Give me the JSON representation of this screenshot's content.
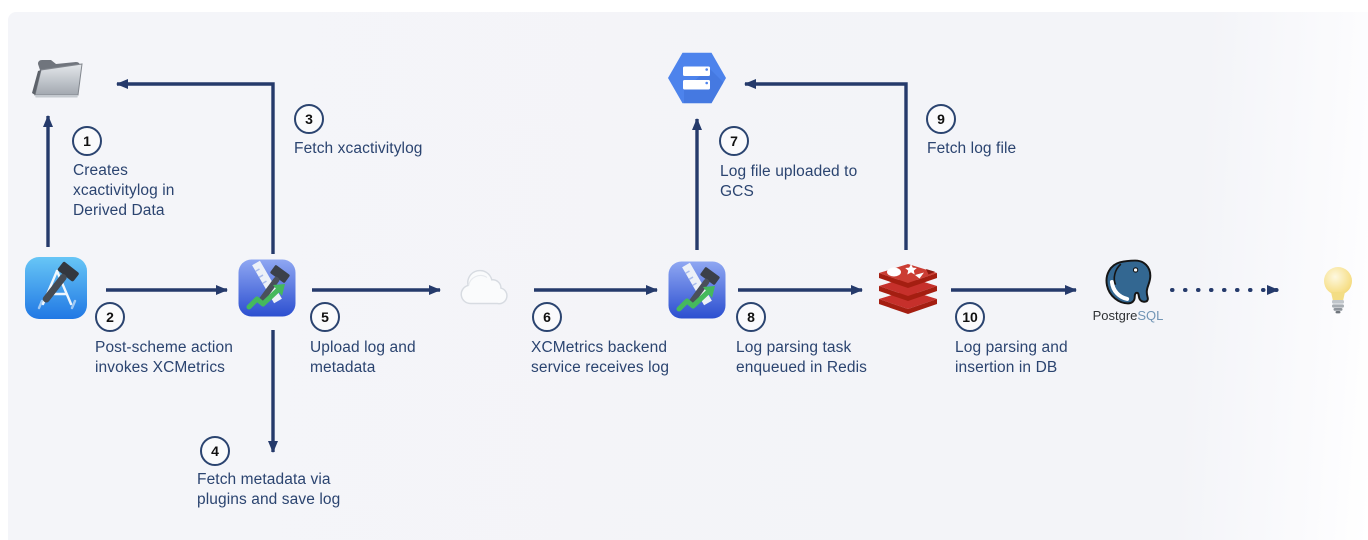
{
  "steps": [
    {
      "number": "1",
      "label": "Creates xcactivitylog in Derived Data"
    },
    {
      "number": "2",
      "label": "Post-scheme action invokes XCMetrics"
    },
    {
      "number": "3",
      "label": "Fetch xcactivitylog"
    },
    {
      "number": "4",
      "label": "Fetch metadata via plugins and save log"
    },
    {
      "number": "5",
      "label": "Upload log and metadata"
    },
    {
      "number": "6",
      "label": "XCMetrics backend service receives log"
    },
    {
      "number": "7",
      "label": "Log file uploaded to GCS"
    },
    {
      "number": "8",
      "label": "Log parsing task enqueued in Redis"
    },
    {
      "number": "9",
      "label": "Fetch log file"
    },
    {
      "number": "10",
      "label": "Log parsing and insertion in DB"
    }
  ],
  "nodes": [
    {
      "id": "derived-data-folder",
      "icon": "folder-icon"
    },
    {
      "id": "xcode",
      "icon": "xcode-icon"
    },
    {
      "id": "xcmetrics-client",
      "icon": "xcmetrics-icon"
    },
    {
      "id": "network-cloud",
      "icon": "cloud-icon"
    },
    {
      "id": "xcmetrics-backend",
      "icon": "xcmetrics-icon"
    },
    {
      "id": "google-cloud-storage",
      "icon": "gcs-hexagon-icon"
    },
    {
      "id": "redis",
      "icon": "redis-icon"
    },
    {
      "id": "postgresql",
      "icon": "postgresql-icon",
      "label_primary": "Postgre",
      "label_accent": "SQL"
    },
    {
      "id": "insights-lightbulb",
      "icon": "lightbulb-icon"
    }
  ],
  "colors": {
    "background": "#f4f5f9",
    "arrow": "#253a6b",
    "label_text": "#2b4470",
    "circle_border": "#2b4470",
    "step_number": "#111111",
    "xcode_blue": "#2f87e8",
    "xcmetrics_blue": "#3c5cd6",
    "gcs_blue": "#4d83ec",
    "redis_red": "#c6302b",
    "postgres_blue": "#336791",
    "chart_green": "#45b95d"
  }
}
